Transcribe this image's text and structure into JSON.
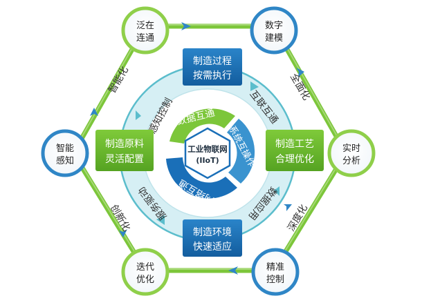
{
  "colors": {
    "green": "#6fbf2e",
    "green_dark": "#4e9a1e",
    "blue": "#1a6fb8",
    "blue_light": "#4ca3dc",
    "teal_ring": "#4fb8c8",
    "ring_light": "#c9eaf0",
    "center_fill": "#ffffff"
  },
  "center": {
    "line1": "工业物联网",
    "line2": "(IIoT)"
  },
  "inner_segments": [
    {
      "label": "数据互通"
    },
    {
      "label": "系统互操作"
    },
    {
      "label": "网络互通"
    }
  ],
  "ring_labels": [
    {
      "label": "感知控制"
    },
    {
      "label": "互联互通"
    },
    {
      "label": "数据应用"
    },
    {
      "label": "服务驱动"
    }
  ],
  "boxes": [
    {
      "id": "top",
      "line1": "制造过程",
      "line2": "按需执行",
      "color": "blue"
    },
    {
      "id": "left",
      "line1": "制造原料",
      "line2": "灵活配置",
      "color": "green"
    },
    {
      "id": "right",
      "line1": "制造工艺",
      "line2": "合理优化",
      "color": "green"
    },
    {
      "id": "bottom",
      "line1": "制造环境",
      "line2": "快速适应",
      "color": "blue"
    }
  ],
  "nodes": [
    {
      "id": "tl",
      "line1": "泛在",
      "line2": "连通"
    },
    {
      "id": "tr",
      "line1": "数字",
      "line2": "建模"
    },
    {
      "id": "r",
      "line1": "实时",
      "line2": "分析"
    },
    {
      "id": "br",
      "line1": "精准",
      "line2": "控制"
    },
    {
      "id": "bl",
      "line1": "迭代",
      "line2": "优化"
    },
    {
      "id": "l",
      "line1": "智能",
      "line2": "感知"
    }
  ],
  "edge_labels": [
    {
      "id": "top-left",
      "label": "智能化"
    },
    {
      "id": "top-right",
      "label": "全面化"
    },
    {
      "id": "bottom-right",
      "label": "深度化"
    },
    {
      "id": "bottom-left",
      "label": "创新化"
    }
  ]
}
